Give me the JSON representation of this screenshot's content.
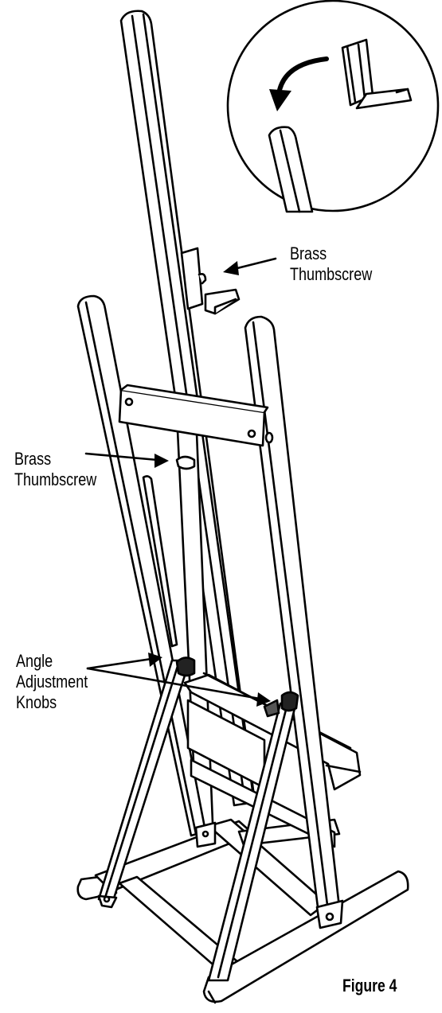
{
  "labels": {
    "thumbscrew_top": [
      "Brass",
      "Thumbscrew"
    ],
    "thumbscrew_mid": [
      "Brass",
      "Thumbscrew"
    ],
    "angle_knobs": [
      "Angle",
      "Adjustment",
      "Knobs"
    ]
  },
  "figure_caption": "Figure 4",
  "colors": {
    "line": "#000000",
    "fill": "#ffffff"
  }
}
